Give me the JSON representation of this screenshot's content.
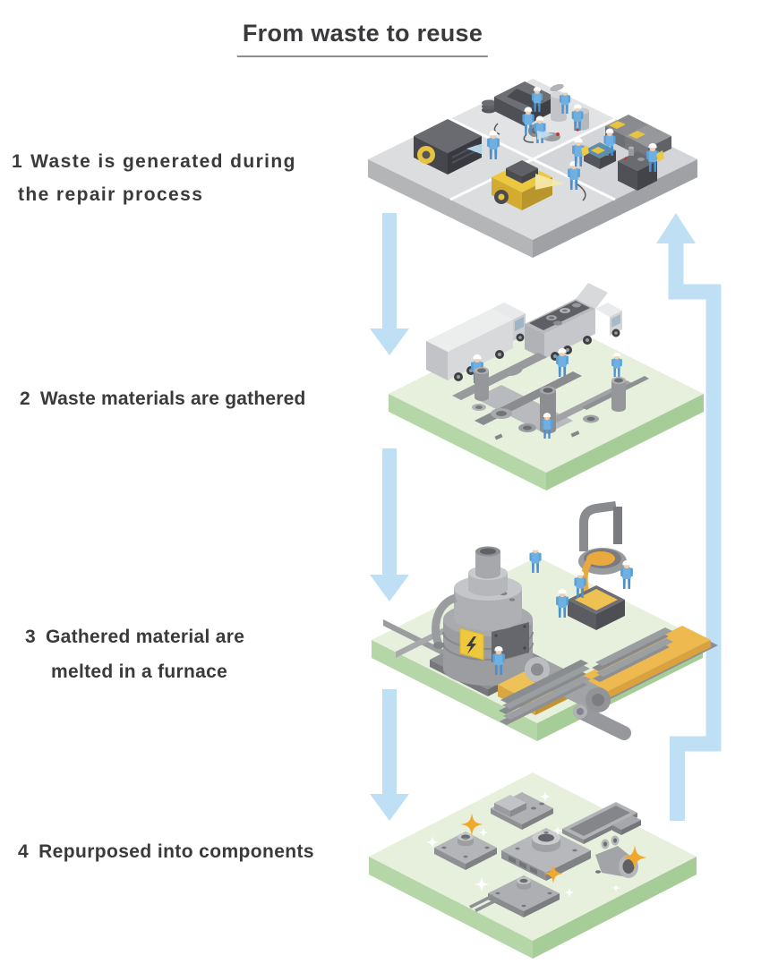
{
  "title": {
    "text": "From waste to reuse"
  },
  "steps": [
    {
      "num": "1",
      "line1": "Waste is generated during",
      "line2": "the repair process"
    },
    {
      "num": "2",
      "line1": "Waste materials are gathered",
      "line2": ""
    },
    {
      "num": "3",
      "line1": "Gathered material are",
      "line2": "melted in a furnace"
    },
    {
      "num": "4",
      "line1": "Repurposed into components",
      "line2": ""
    }
  ],
  "stages": [
    {
      "id": 1,
      "platform": "gray",
      "scene": "workers-repairing-machines-in-four-bay-shop"
    },
    {
      "id": 2,
      "platform": "green",
      "scene": "trucks-unloading-scrap-metal-pile"
    },
    {
      "id": 3,
      "platform": "green",
      "scene": "furnace-melting-scrap-pouring-and-rolling-metal"
    },
    {
      "id": 4,
      "platform": "green",
      "scene": "finished-remanufactured-components-with-sparkles"
    }
  ],
  "flow": {
    "down_arrow_count": 3,
    "return_arrow": "up"
  },
  "colors": {
    "background": "#ffffff",
    "text": "#3a3a3c",
    "arrow_blue": "#bfe0f4",
    "platform_green_top": "#e7f0dd",
    "platform_green_left": "#b5d6a7",
    "platform_green_right": "#a6cc98",
    "platform_gray_top": "#dcddde",
    "platform_gray_left": "#b4b5b7",
    "platform_gray_right": "#9fa1a4",
    "worker_blue": "#6fb0e3",
    "molten_metal_orange": "#eaa93e",
    "machine_yellow": "#ecc83f",
    "sparkle_orange": "#f0a92e"
  }
}
